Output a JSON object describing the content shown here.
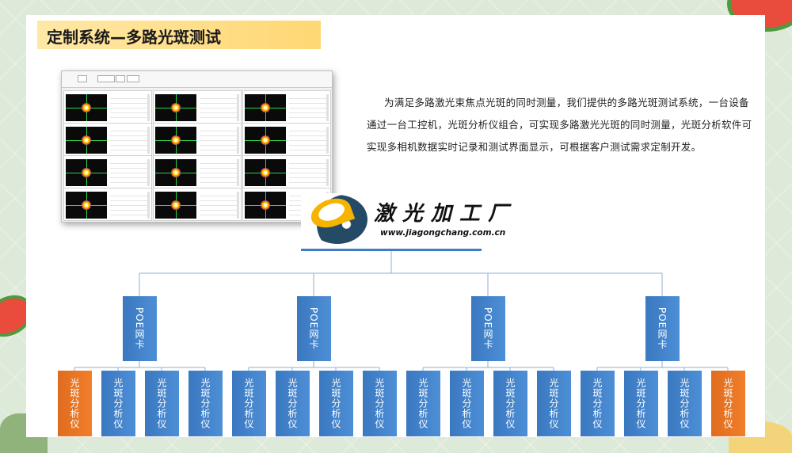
{
  "title": "定制系统—多路光斑测试",
  "description": "为满足多路激光束焦点光斑的同时测量，我们提供的多路光斑测试系统，一台设备通过一台工控机，光斑分析仪组合，可实现多路激光光斑的同时测量，光斑分析软件可实现多相机数据实时记录和测试界面显示，可根据客户测试需求定制开发。",
  "watermark": {
    "name": "激光加工厂",
    "url": "www.jiagongchang.com.cn"
  },
  "diagram": {
    "poe_groups": [
      {
        "label": "POE网卡",
        "analyzers": [
          {
            "label": "光斑分析仪",
            "highlight": true
          },
          {
            "label": "光斑分析仪",
            "highlight": false
          },
          {
            "label": "光斑分析仪",
            "highlight": false
          },
          {
            "label": "光斑分析仪",
            "highlight": false
          }
        ]
      },
      {
        "label": "POE网卡",
        "analyzers": [
          {
            "label": "光斑分析仪",
            "highlight": false
          },
          {
            "label": "光斑分析仪",
            "highlight": false
          },
          {
            "label": "光斑分析仪",
            "highlight": false
          },
          {
            "label": "光斑分析仪",
            "highlight": false
          }
        ]
      },
      {
        "label": "POE网卡",
        "analyzers": [
          {
            "label": "光斑分析仪",
            "highlight": false
          },
          {
            "label": "光斑分析仪",
            "highlight": false
          },
          {
            "label": "光斑分析仪",
            "highlight": false
          },
          {
            "label": "光斑分析仪",
            "highlight": false
          }
        ]
      },
      {
        "label": "POE网卡",
        "analyzers": [
          {
            "label": "光斑分析仪",
            "highlight": false
          },
          {
            "label": "光斑分析仪",
            "highlight": false
          },
          {
            "label": "光斑分析仪",
            "highlight": false
          },
          {
            "label": "光斑分析仪",
            "highlight": true
          }
        ]
      }
    ]
  },
  "colors": {
    "box_blue": "#3e7dc4",
    "box_orange": "#ee7a28",
    "connector": "#8fb0d6",
    "title_bg": "#ffd774"
  },
  "icons": [
    "watermelon-decoration",
    "laser-logo-icon"
  ]
}
